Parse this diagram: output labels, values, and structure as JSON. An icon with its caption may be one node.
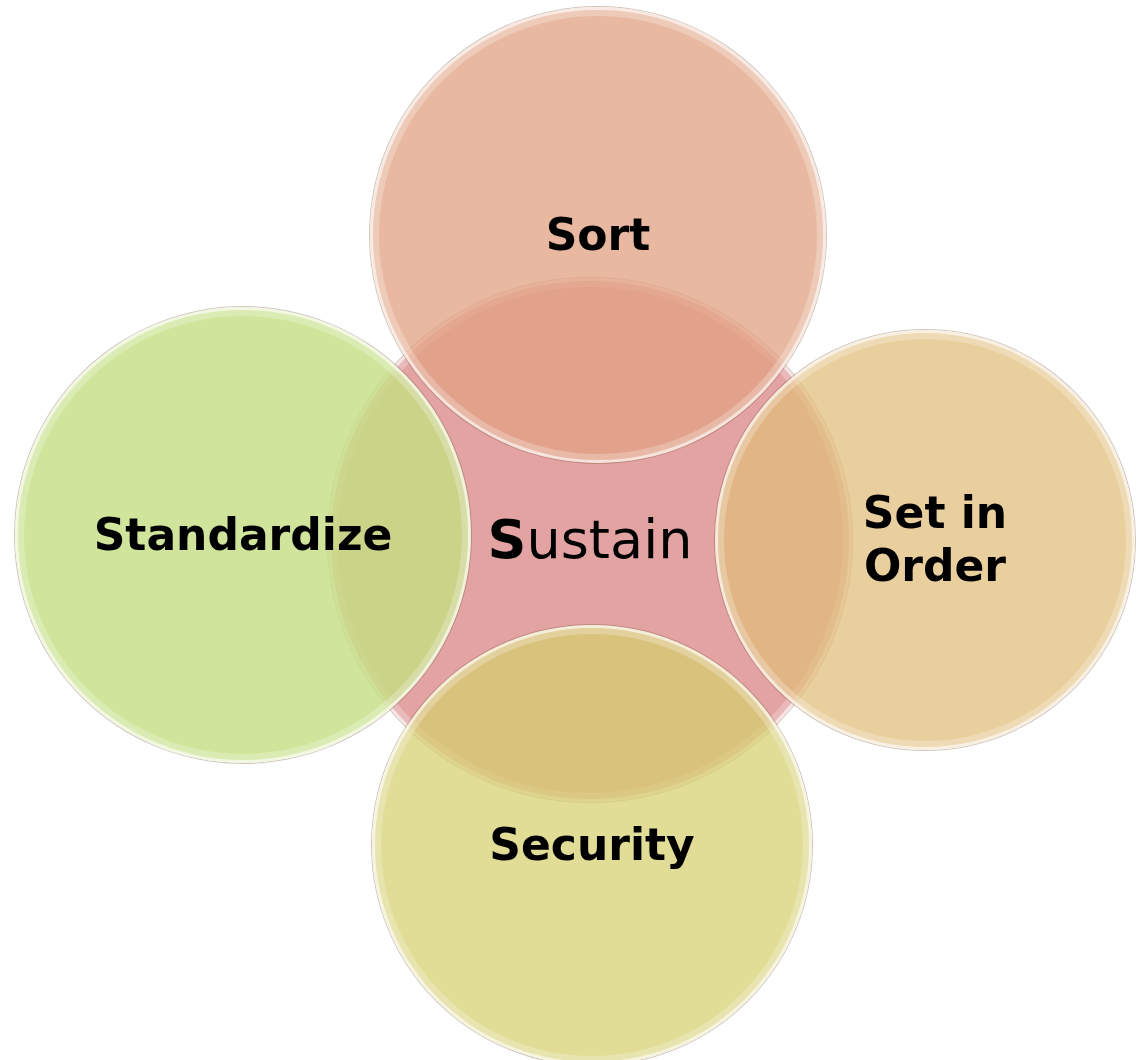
{
  "diagram": {
    "nodes": [
      {
        "text": [
          "Sort"
        ]
      },
      {
        "text": [
          "Standardize"
        ]
      },
      {
        "text": [
          "**S**ustain"
        ]
      },
      {
        "text": [
          "Set in Order"
        ]
      },
      {
        "text": [
          "Security"
        ]
      }
    ]
  }
}
